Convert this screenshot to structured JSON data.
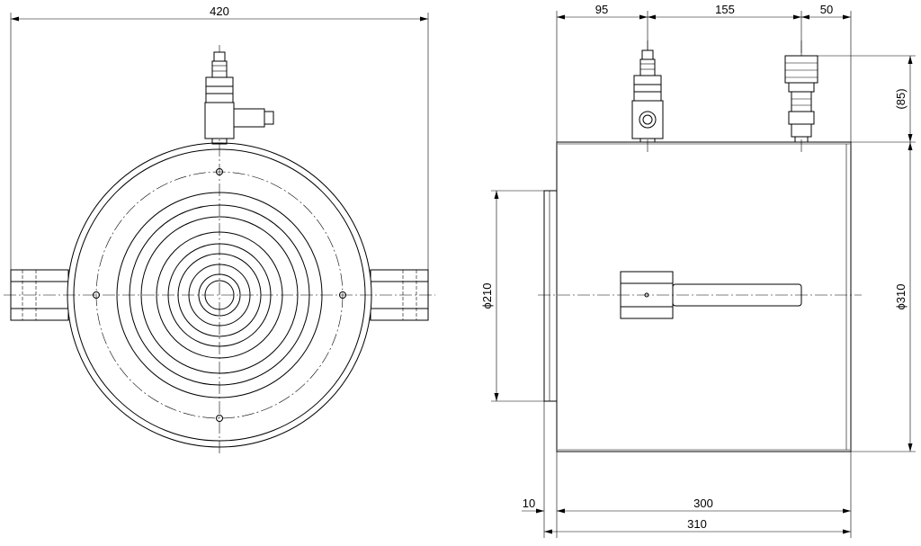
{
  "front_view": {
    "dims": {
      "overall_width": "420"
    }
  },
  "side_view": {
    "dims": {
      "coupler_offset": "95",
      "fitting_spacing": "155",
      "end_offset": "50",
      "fitting_height": "(85)",
      "plunger_dia": "ϕ210",
      "body_dia": "ϕ310",
      "stroke_ext": "10",
      "body_length": "300",
      "overall_length": "310"
    }
  }
}
